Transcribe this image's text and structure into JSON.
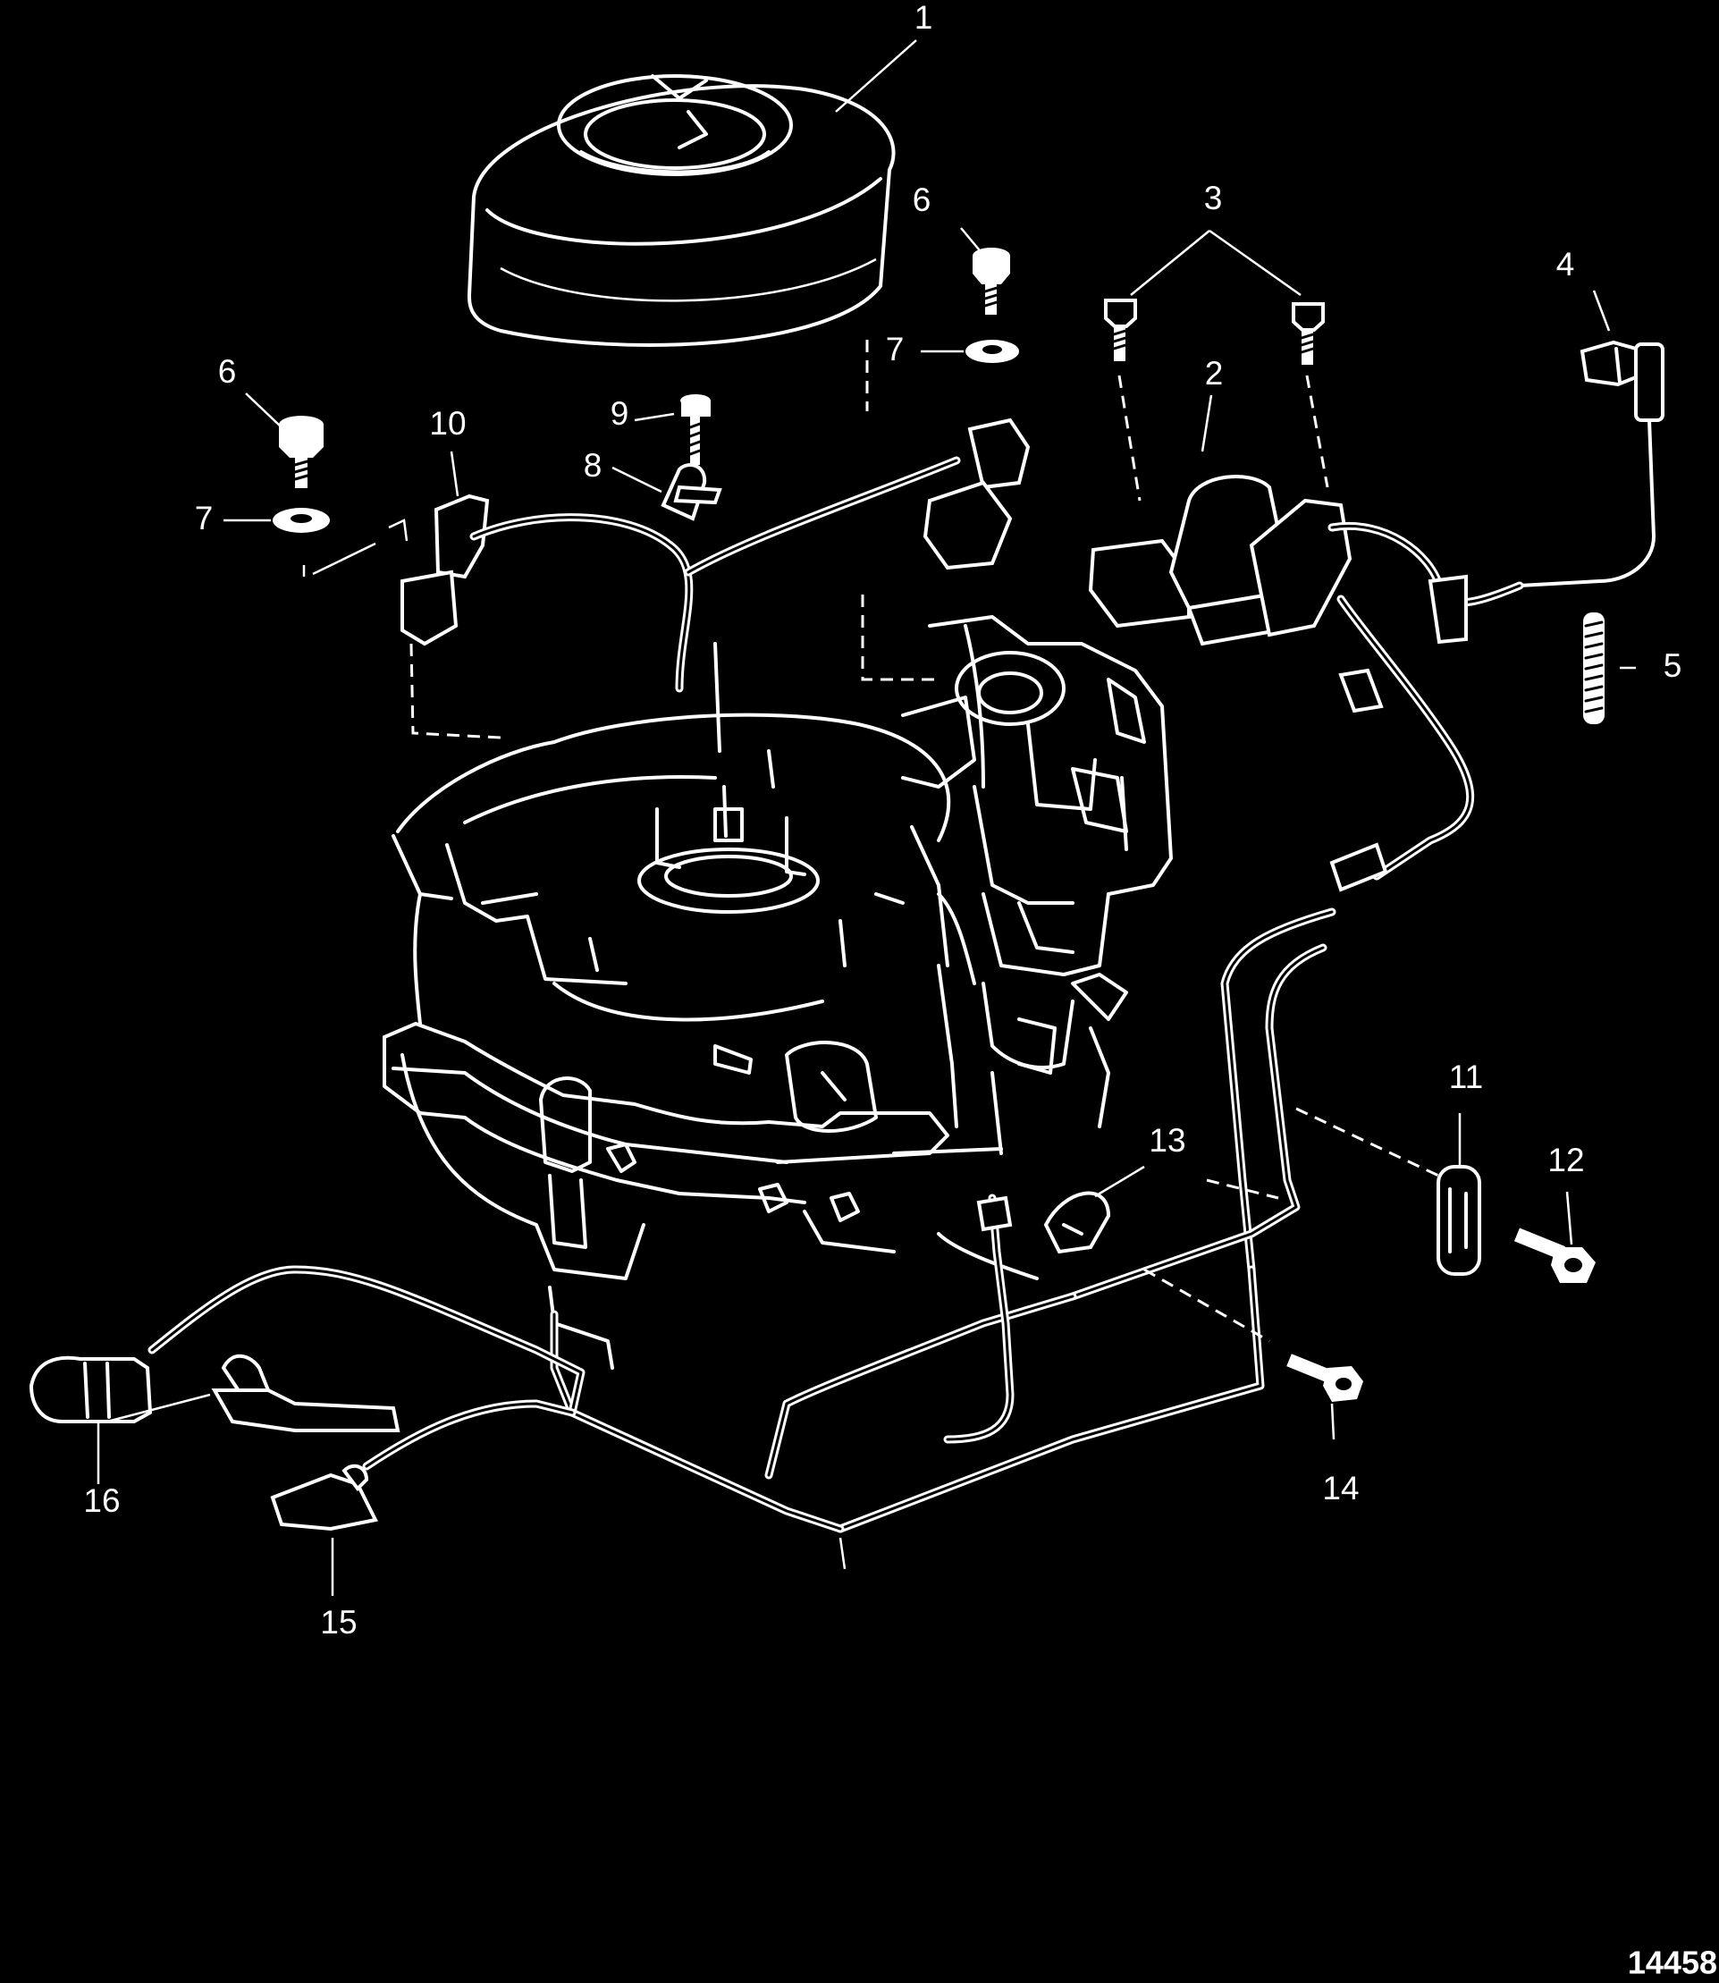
{
  "callouts": [
    {
      "id": "callout-1",
      "label": "1"
    },
    {
      "id": "callout-2",
      "label": "2"
    },
    {
      "id": "callout-3",
      "label": "3"
    },
    {
      "id": "callout-4",
      "label": "4"
    },
    {
      "id": "callout-5",
      "label": "5"
    },
    {
      "id": "callout-6a",
      "label": "6"
    },
    {
      "id": "callout-6b",
      "label": "6"
    },
    {
      "id": "callout-7a",
      "label": "7"
    },
    {
      "id": "callout-7b",
      "label": "7"
    },
    {
      "id": "callout-8",
      "label": "8"
    },
    {
      "id": "callout-9",
      "label": "9"
    },
    {
      "id": "callout-10",
      "label": "10"
    },
    {
      "id": "callout-11",
      "label": "11"
    },
    {
      "id": "callout-12",
      "label": "12"
    },
    {
      "id": "callout-13",
      "label": "13"
    },
    {
      "id": "callout-14",
      "label": "14"
    },
    {
      "id": "callout-15",
      "label": "15"
    },
    {
      "id": "callout-16",
      "label": "16"
    }
  ],
  "figure_number": "14458",
  "colors": {
    "background": "#000000",
    "line": "#ffffff"
  }
}
